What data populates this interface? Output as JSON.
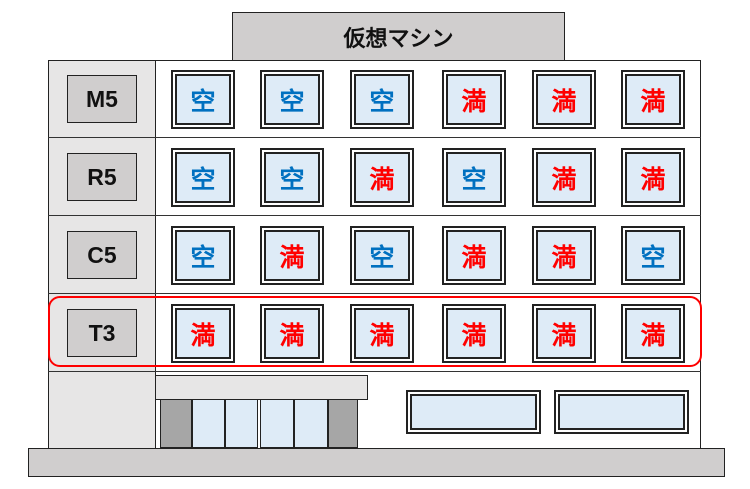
{
  "title": "仮想マシン",
  "colors": {
    "empty": "#0070c0",
    "full": "#ff0000",
    "highlight": "#ff0000"
  },
  "floors": [
    {
      "label": "M5",
      "slots": [
        "空",
        "空",
        "空",
        "満",
        "満",
        "満"
      ]
    },
    {
      "label": "R5",
      "slots": [
        "空",
        "空",
        "満",
        "空",
        "満",
        "満"
      ]
    },
    {
      "label": "C5",
      "slots": [
        "空",
        "満",
        "空",
        "満",
        "満",
        "空"
      ]
    },
    {
      "label": "T3",
      "slots": [
        "満",
        "満",
        "満",
        "満",
        "満",
        "満"
      ],
      "highlighted": true
    }
  ]
}
